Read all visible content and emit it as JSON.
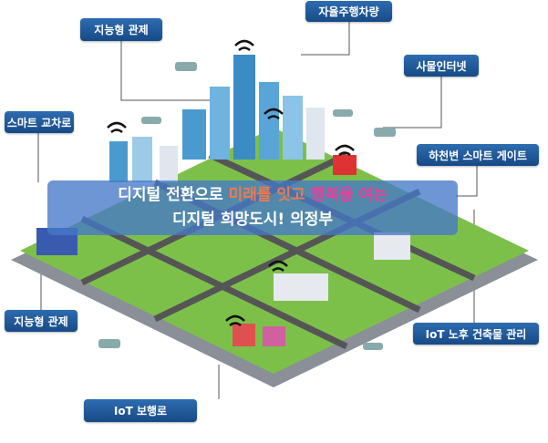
{
  "labels": {
    "control_top": "지능형 관제",
    "autonomous": "자율주행차량",
    "iot": "사물인터넷",
    "crossroad": "스마트 교차로",
    "river_gate": "하천변 스마트 게이트",
    "control_left": "지능형 관제",
    "old_building": "IoT 노후 건축물 관리",
    "walkway": "IoT 보행로"
  },
  "banner": {
    "line1_a": "디지털 전환으로 ",
    "line1_b": "미래를 잇고 ",
    "line1_c": "행복을 여는",
    "line2": "디지털 희망도시! 의정부"
  },
  "colors": {
    "label_bg": "#1f5a9c",
    "accent_orange": "#f07a4a",
    "accent_pink": "#e8409a",
    "banner_bg": "#4678c8"
  }
}
